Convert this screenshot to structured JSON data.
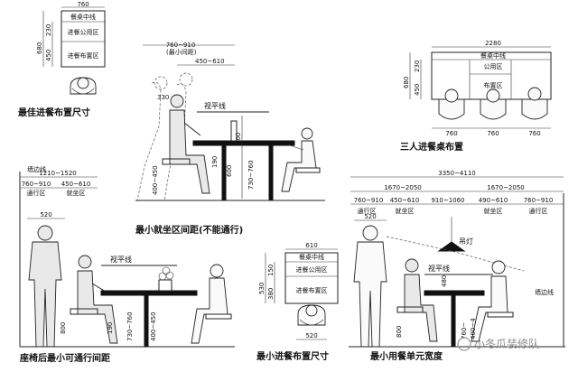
{
  "captions": {
    "best": "最佳进餐布置尺寸",
    "three": "三人进餐桌布置",
    "min_seat": "最小就坐区间距(不能通行)",
    "chair_back": "座椅后最小可通行间距",
    "min_table": "最小进餐布置尺寸",
    "unit": "最小用餐单元宽度"
  },
  "zones": {
    "center": "餐桌中线",
    "shared": "进餐公用区",
    "layout": "进餐布置区",
    "shared_short": "公用区",
    "layout_short": "布置区",
    "passage": "通行区",
    "seating": "就坐区"
  },
  "labels": {
    "sightline": "视平线",
    "lamp": "吊灯",
    "wall": "墙边线",
    "min_gap": "(最小间距)"
  },
  "dims": {
    "d760": "760",
    "d230": "230",
    "d450": "450",
    "d680": "680",
    "d2280": "2280",
    "d760_910": "760~910",
    "d450_610": "450~610",
    "d330": "330",
    "d800": "800",
    "d190": "190",
    "d600": "600",
    "d730_760": "730~760",
    "d400_450": "400~450",
    "d1210_1520": "1210~1520",
    "d520": "520",
    "d610": "610",
    "d380": "380",
    "d3350_4110": "3350~4110",
    "d1670_2050": "1670~2050",
    "d910_1060": "910~1060",
    "d480": "480",
    "d760_m": "760~",
    "d400_4": "400~4"
  },
  "watermark": "小冬瓜装修队"
}
